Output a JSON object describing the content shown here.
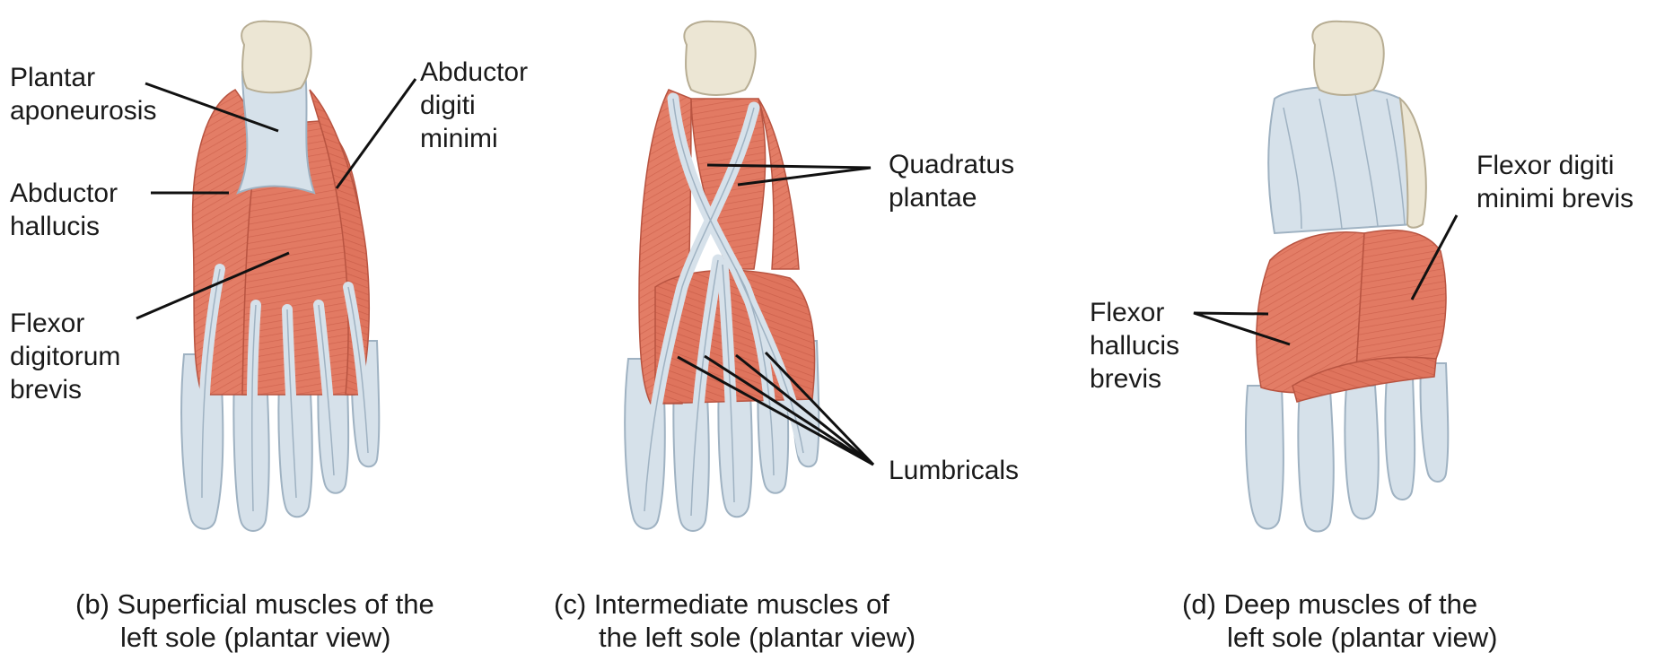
{
  "labels": {
    "plantar_aponeurosis": [
      "Plantar",
      "aponeurosis"
    ],
    "abductor_hallucis": [
      "Abductor",
      "hallucis"
    ],
    "flexor_digitorum_brevis": [
      "Flexor",
      "digitorum",
      "brevis"
    ],
    "abductor_digiti_minimi": [
      "Abductor",
      "digiti",
      "minimi"
    ],
    "quadratus_plantae": [
      "Quadratus",
      "plantae"
    ],
    "lumbricals": [
      "Lumbricals"
    ],
    "flexor_digiti_minimi_brevis": [
      "Flexor digiti",
      "minimi brevis"
    ],
    "flexor_hallucis_brevis": [
      "Flexor",
      "hallucis",
      "brevis"
    ]
  },
  "captions": {
    "b": {
      "tag": "(b)",
      "line1": "Superficial muscles of the",
      "line2": "left sole (plantar view)"
    },
    "c": {
      "tag": "(c)",
      "line1": "Intermediate muscles of",
      "line2": "the left sole (plantar view)"
    },
    "d": {
      "tag": "(d)",
      "line1": "Deep muscles of the",
      "line2": "left sole (plantar view)"
    }
  },
  "colors": {
    "muscle": "#e27a63",
    "muscle_dark": "#c85a45",
    "tendon": "#d6e1ea",
    "tendon_edge": "#9fb2c2",
    "bone": "#ece6d4",
    "leader": "#111111"
  }
}
